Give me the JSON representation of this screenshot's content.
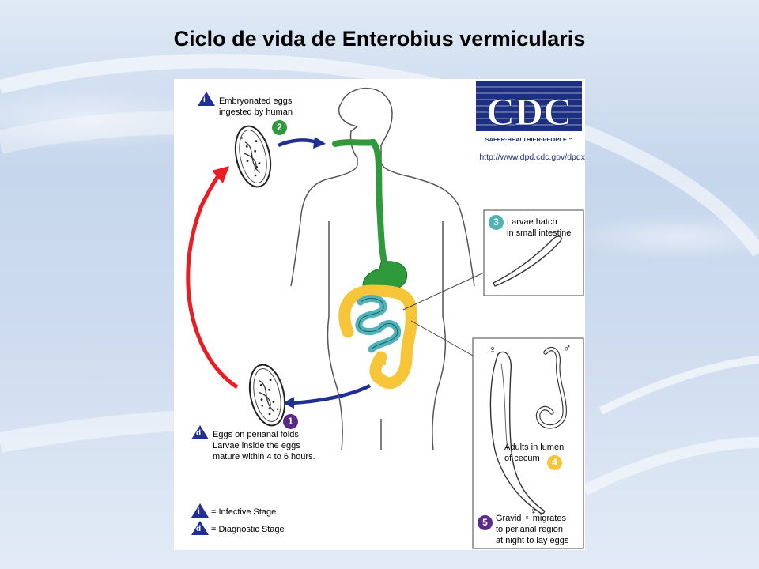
{
  "slide": {
    "title": "Ciclo de vida de Enterobius vermicularis"
  },
  "colors": {
    "gut_green": "#2f9a3c",
    "small_intestine_teal": "#4fb3b8",
    "large_intestine_yellow": "#f7c53a",
    "cycle_arrow_red": "#ea1c24",
    "step_arrow_blue": "#1f2f95",
    "cdc_blue": "#1c2f80"
  },
  "cdc": {
    "logo_text": "CDC",
    "tagline": "SAFER·HEALTHIER·PEOPLE™",
    "url": "http://www.dpd.cdc.gov/dpdx"
  },
  "steps": {
    "s1": {
      "num": "1"
    },
    "s2": {
      "num": "2",
      "icon": "i",
      "line1": "Embryonated eggs",
      "line2": "ingested by human"
    },
    "s3": {
      "num": "3",
      "line1": "Larvae hatch",
      "line2": "in small intestine"
    },
    "s4": {
      "num": "4",
      "line1": "Adults in lumen",
      "line2": "of cecum"
    },
    "s5": {
      "num": "5",
      "line1": "Gravid ♀ migrates",
      "line2": "to perianal region",
      "line3": "at night to lay eggs"
    },
    "sd": {
      "icon": "d",
      "line1": "Eggs on perianal folds",
      "line2": "Larvae inside the eggs",
      "line3": "mature within 4 to 6 hours."
    }
  },
  "sex_symbols": {
    "female": "♀",
    "male": "♂"
  },
  "legend": {
    "infective": {
      "icon": "i",
      "text": "= Infective Stage"
    },
    "diagnostic": {
      "icon": "d",
      "text": "= Diagnostic Stage"
    }
  }
}
